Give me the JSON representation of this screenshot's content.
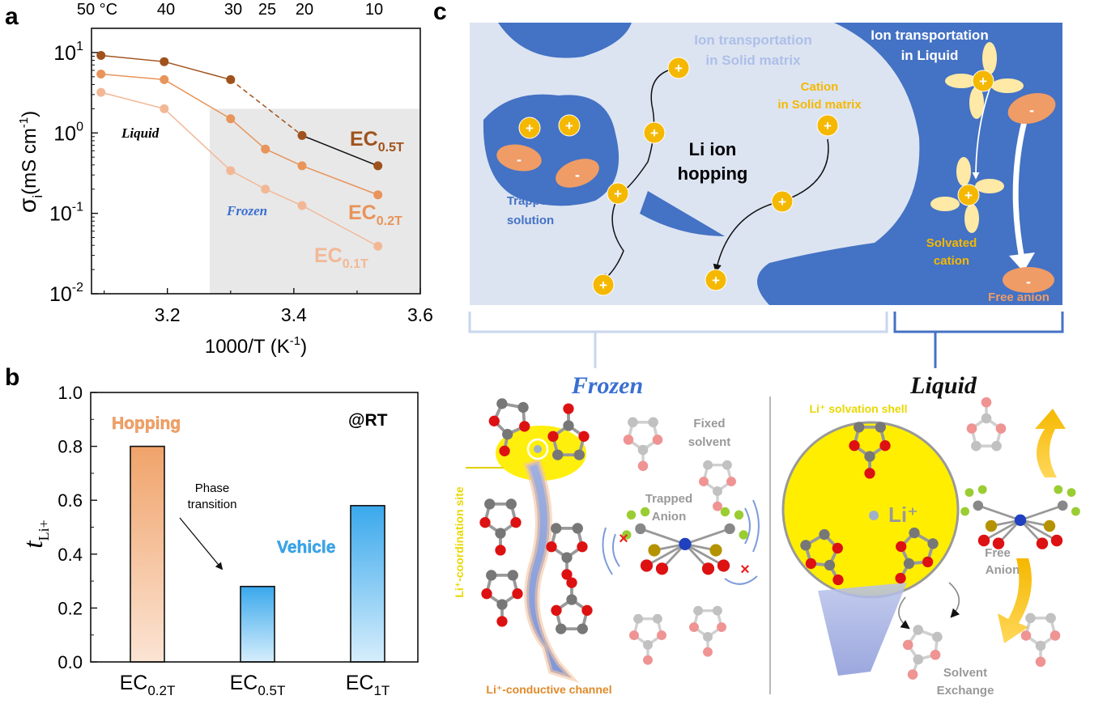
{
  "panel_labels": {
    "a": "a",
    "b": "b",
    "c": "c"
  },
  "chart_data": [
    {
      "panel": "a",
      "type": "line",
      "xlabel": "1000/T (K",
      "xlabel_sup": "-1",
      "xlabel_close": ")",
      "ylabel": "σ",
      "ylabel_sub": "i",
      "ylabel_unit": "(mS cm",
      "ylabel_unit_sup": "-1",
      "ylabel_unit_close": ")",
      "yscale": "log",
      "xlim": [
        3.08,
        3.6
      ],
      "ylim": [
        0.01,
        20
      ],
      "x_ticks": [
        "3.2",
        "3.4",
        "3.6"
      ],
      "y_ticks": [
        {
          "base": "10",
          "exp": "-2"
        },
        {
          "base": "10",
          "exp": "-1"
        },
        {
          "base": "10",
          "exp": "0"
        },
        {
          "base": "10",
          "exp": "1"
        }
      ],
      "top_axis_labels": [
        "50 °C",
        "40",
        "30",
        "25",
        "20",
        "10"
      ],
      "frozen_region": {
        "x_from": 3.267,
        "x_to": 3.6,
        "y_from": 0.01,
        "y_to": 2.0,
        "label": "Frozen"
      },
      "liquid_label": "Liquid",
      "series": [
        {
          "name": "EC",
          "sub": "0.5T",
          "color": "#a0521d",
          "x": [
            3.095,
            3.195,
            3.3,
            3.413,
            3.533
          ],
          "y": [
            9.2,
            7.7,
            4.6,
            0.93,
            0.39
          ],
          "dashed_segment": [
            2,
            3
          ]
        },
        {
          "name": "EC",
          "sub": "0.2T",
          "color": "#e8945a",
          "x": [
            3.095,
            3.195,
            3.3,
            3.355,
            3.413,
            3.533
          ],
          "y": [
            5.4,
            4.6,
            1.5,
            0.63,
            0.39,
            0.17
          ]
        },
        {
          "name": "EC",
          "sub": "0.1T",
          "color": "#f2b896",
          "x": [
            3.095,
            3.195,
            3.3,
            3.355,
            3.413,
            3.533
          ],
          "y": [
            3.2,
            2.0,
            0.34,
            0.2,
            0.125,
            0.039
          ]
        }
      ]
    },
    {
      "panel": "b",
      "type": "bar",
      "ylabel": "t",
      "ylabel_sub": "Li+",
      "ylim": [
        0,
        1.0
      ],
      "y_ticks": [
        "0.0",
        "0.2",
        "0.4",
        "0.6",
        "0.8",
        "1.0"
      ],
      "categories": [
        {
          "base": "EC",
          "sub": "0.2T"
        },
        {
          "base": "EC",
          "sub": "0.5T"
        },
        {
          "base": "EC",
          "sub": "1T"
        }
      ],
      "values": [
        0.8,
        0.28,
        0.58
      ],
      "bar_styles": [
        "orange",
        "blue",
        "blue"
      ],
      "annotations": {
        "hopping": "Hopping",
        "vehicle": "Vehicle",
        "rt": "@RT",
        "phase1": "Phase",
        "phase2": "transition"
      }
    }
  ],
  "schematic": {
    "ion_solid_1": "Ion transportation",
    "ion_solid_2": "in Solid matrix",
    "ion_liquid_1": "Ion transportation",
    "ion_liquid_2": "in Liquid",
    "cation_solid_1": "Cation",
    "cation_solid_2": "in Solid matrix",
    "li_hop_1": "Li ion",
    "li_hop_2": "hopping",
    "trapped_1": "Trapped",
    "trapped_2": "solution",
    "solvated_1": "Solvated",
    "solvated_2": "cation",
    "free_anion": "Free anion",
    "plus": "+",
    "minus": "-"
  },
  "molecular": {
    "frozen_title": "Frozen",
    "liquid_title": "Liquid",
    "coord_site": "Li⁺-coordination site",
    "channel": "Li⁺-conductive channel",
    "fixed_1": "Fixed",
    "fixed_2": "solvent",
    "trapped_an_1": "Trapped",
    "trapped_an_2": "Anion",
    "shell": "Li⁺ solvation shell",
    "li": "Li⁺",
    "free_an_1": "Free",
    "free_an_2": "Anion",
    "exch_1": "Solvent",
    "exch_2": "Exchange"
  },
  "colors": {
    "dark_blue": "#4472c4",
    "light_blue": "#dce4f2",
    "gold": "#f5b800",
    "orange_ion": "#ef9c66",
    "yellow": "#ffee00",
    "frozen_text": "#3a6fd0"
  }
}
